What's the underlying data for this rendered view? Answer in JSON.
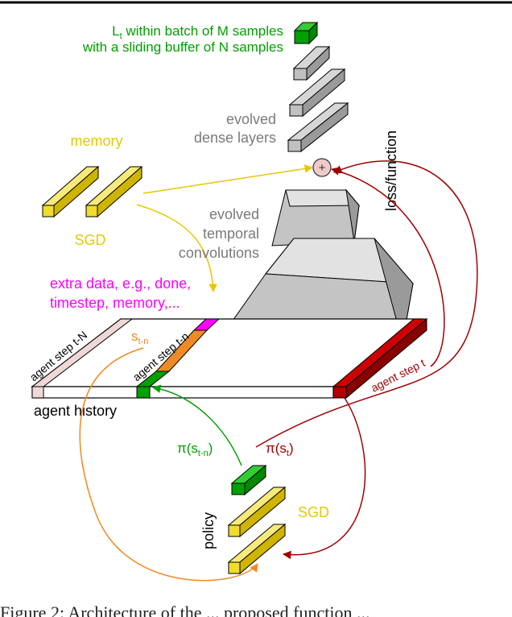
{
  "header": {
    "loss_line1": "L",
    "loss_line1_sub": "t",
    "loss_line1_rest": " within batch of  M samples",
    "loss_line2": "with a sliding buffer of N samples"
  },
  "dense": {
    "label_line1": "evolved",
    "label_line2": "dense layers"
  },
  "loss_function_label": "loss/function",
  "sum_symbol": "+",
  "memory": {
    "label": "memory",
    "sgd_label": "SGD"
  },
  "temporal": {
    "line1": "evolved",
    "line2": "temporal",
    "line3": "convolutions"
  },
  "extra": {
    "line1": "extra data, e.g., done,",
    "line2": "timestep, memory,..."
  },
  "history": {
    "label": "agent history",
    "step_tN": "agent step t-N",
    "step_tn": "agent step t-n",
    "step_t": "agent step t",
    "s_tn": "s",
    "s_tn_sub": "t-n"
  },
  "policy": {
    "pi_tn": "π(s",
    "pi_tn_sub": "t-n",
    "pi_tn_close": ")",
    "pi_t": "π(s",
    "pi_t_sub": "t",
    "pi_t_close": ")",
    "policy_label": "policy",
    "sgd_label": "SGD"
  },
  "caption": {
    "text": "Figure 2: Architecture of ...",
    "partial": "Figure 2:  Architecture  of  the  ...  proposed  function ..."
  },
  "colors": {
    "green": "#00a000",
    "gold": "#e6c800",
    "yellow_fill": "#f2dc2a",
    "magenta": "#ff00ff",
    "orange": "#f08a24",
    "dark_red": "#a00000",
    "gray": "#c0c0c0",
    "gray_text": "#7a7a7a"
  }
}
